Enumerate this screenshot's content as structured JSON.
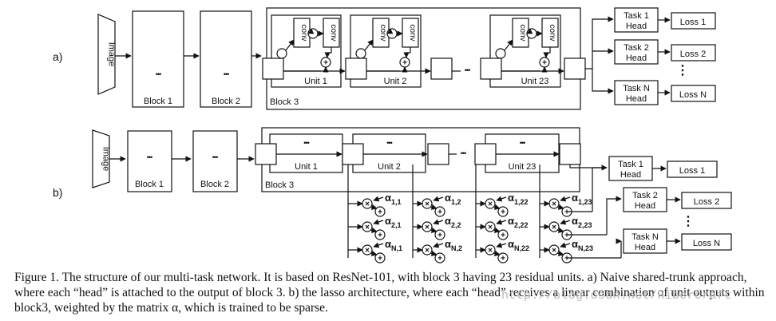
{
  "panels": [
    {
      "label": "a)",
      "input": "Image",
      "blocks": [
        "Block 1",
        "Block 2"
      ],
      "block3": "Block 3",
      "units": [
        "Unit 1",
        "Unit 2",
        "Unit 23"
      ],
      "conv": "conv",
      "ellipsis": "...",
      "heads": [
        {
          "head": "Task 1 Head",
          "loss": "Loss 1"
        },
        {
          "head": "Task 2 Head",
          "loss": "Loss 2"
        },
        {
          "head": "Task N Head",
          "loss": "Loss N"
        }
      ]
    },
    {
      "label": "b)",
      "input": "Image",
      "blocks": [
        "Block 1",
        "Block 2"
      ],
      "block3": "Block 3",
      "units": [
        "Unit 1",
        "Unit 2",
        "Unit 23"
      ],
      "ellipsis": "...",
      "alpha_rows": [
        [
          "α1,1",
          "α1,2",
          "α1,22",
          "α1,23"
        ],
        [
          "α2,1",
          "α2,2",
          "α2,22",
          "α2,23"
        ],
        [
          "αN,1",
          "αN,2",
          "αN,22",
          "αN,23"
        ]
      ],
      "heads": [
        {
          "head": "Task 1 Head",
          "loss": "Loss 1"
        },
        {
          "head": "Task 2 Head",
          "loss": "Loss 2"
        },
        {
          "head": "Task N Head",
          "loss": "Loss N"
        }
      ]
    }
  ],
  "caption": "Figure 1. The structure of our multi-task network. It is based on ResNet-101, with block 3 having 23 residual units. a) Naive shared-trunk approach, where each “head” is attached to the output of block 3. b) the lasso architecture, where each “head” receives a linear combination of unit outputs within block3, weighted by the matrix α, which is trained to be sparse.",
  "watermark": "http://blog.csdn.net/Hibercraft"
}
